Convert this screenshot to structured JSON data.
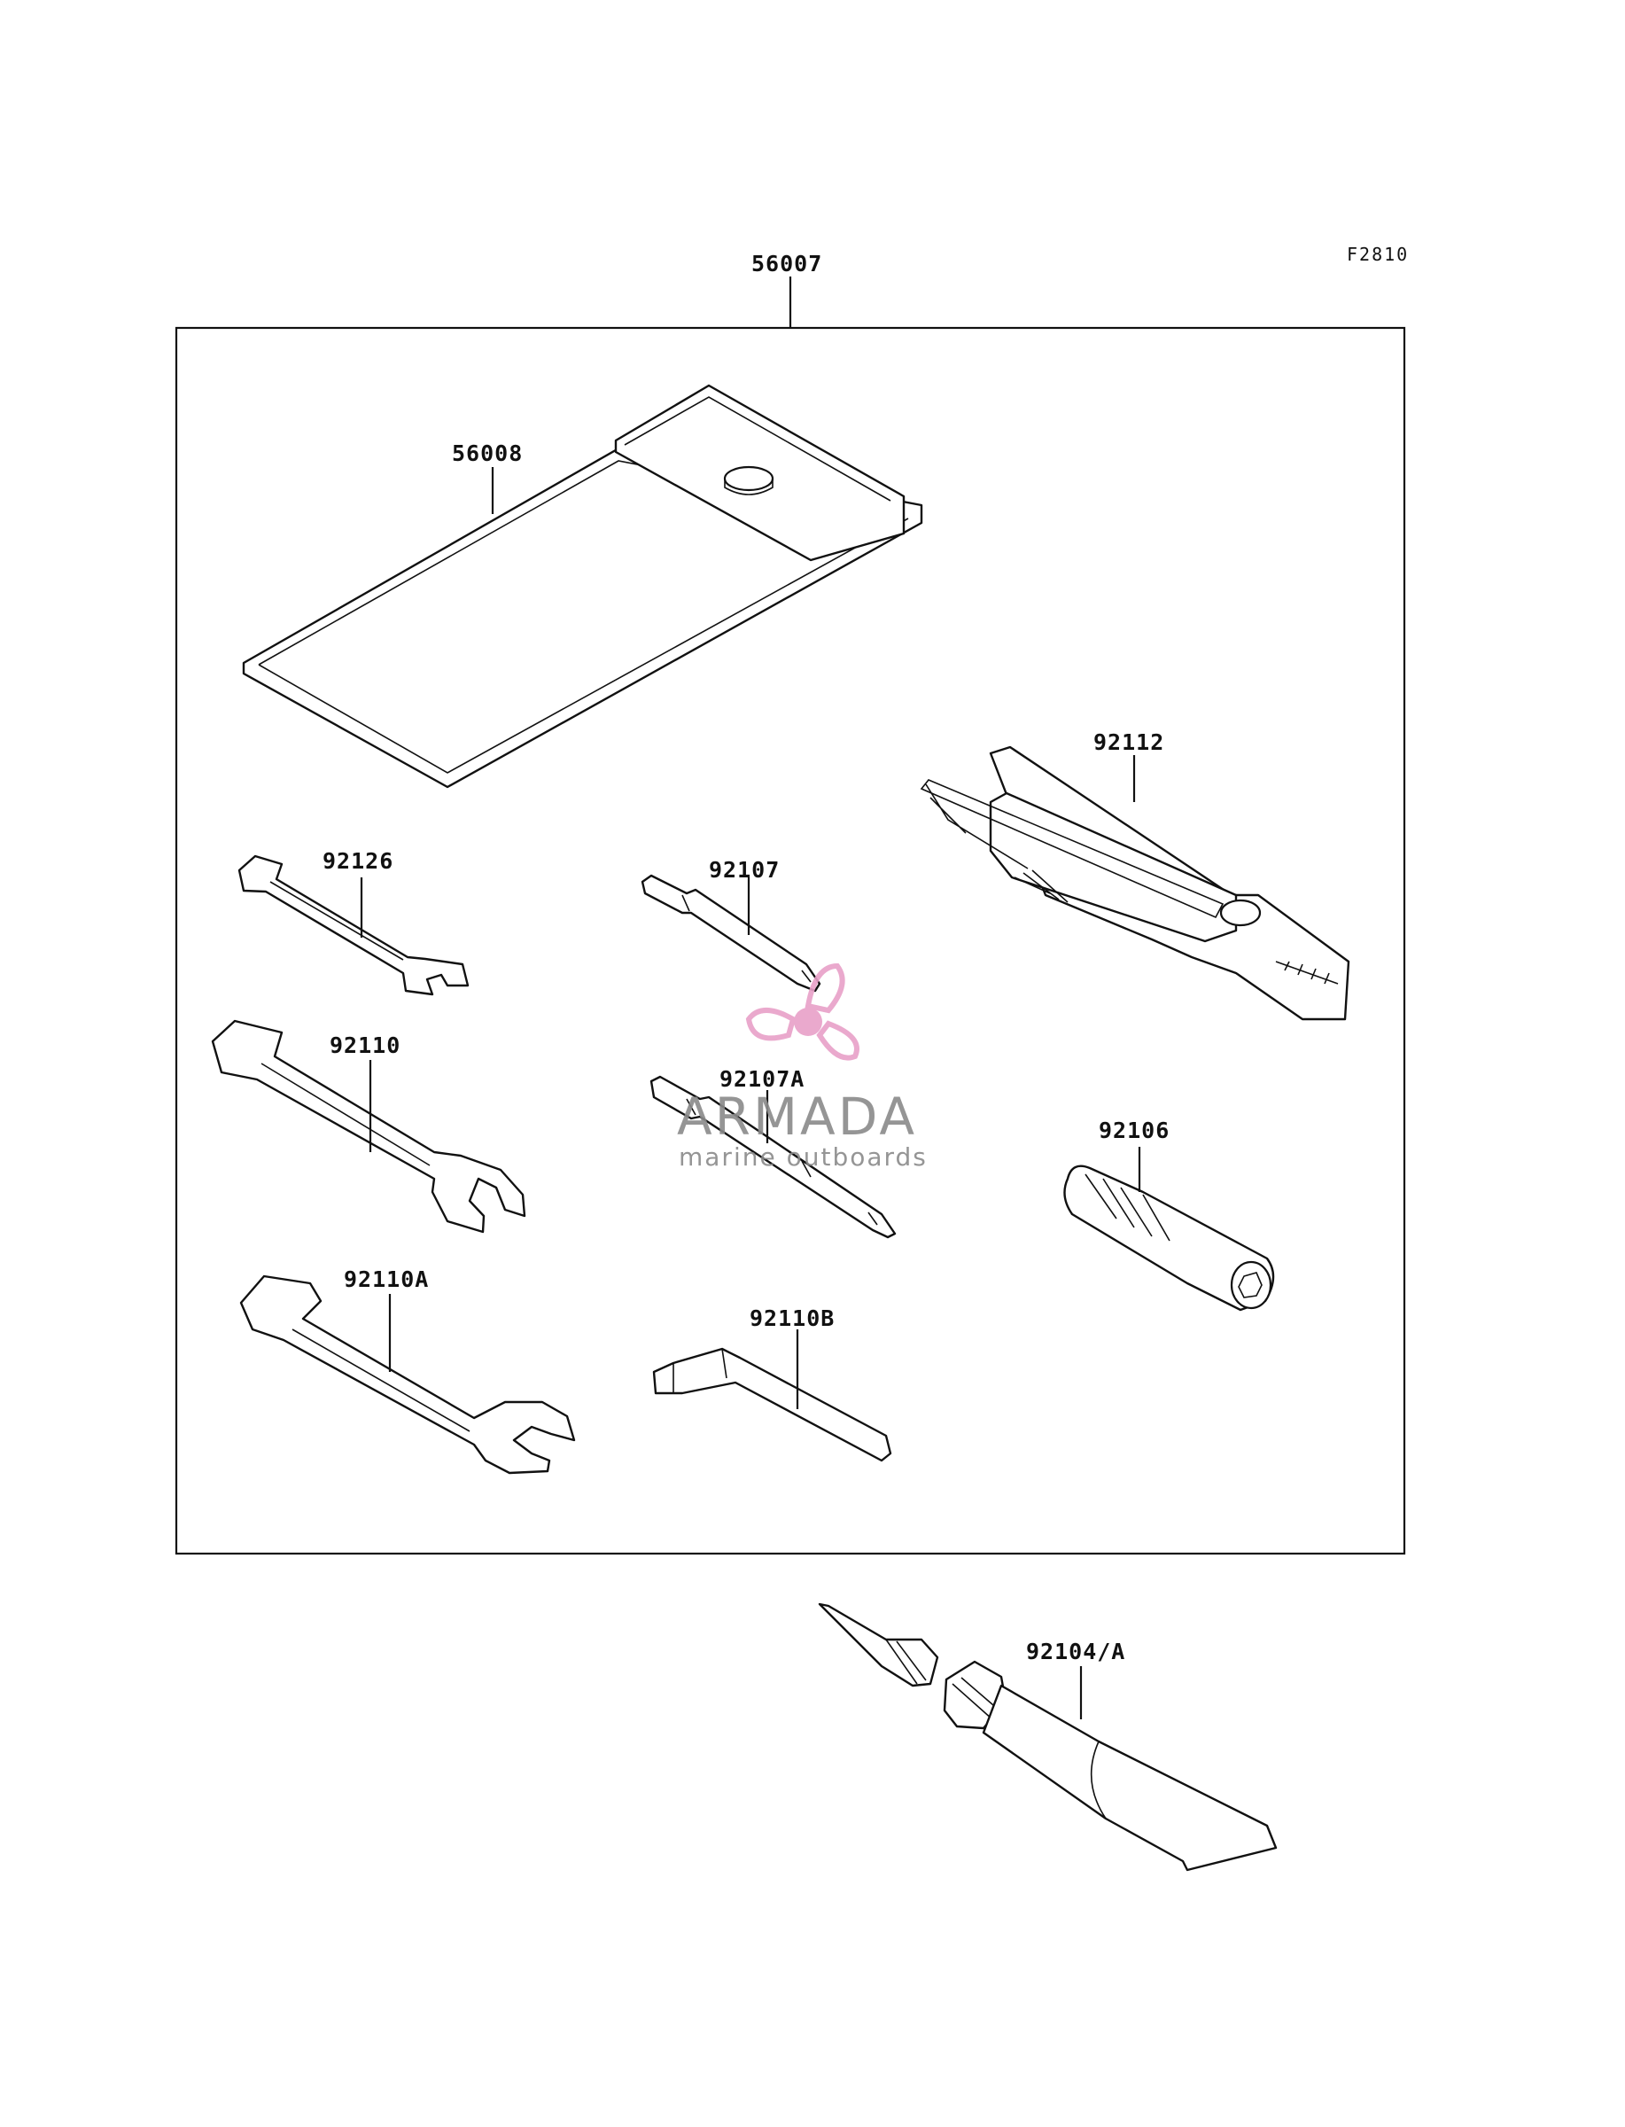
{
  "figure_code": "F2810",
  "parts": {
    "kit": "56007",
    "case": "56008",
    "pliers": "92112",
    "wrench_small": "92126",
    "screwdriver_handle": "92107",
    "wrench_medium": "92110",
    "screwdriver_bit": "92107A",
    "tool_92106": "92106",
    "wrench_large": "92110A",
    "hex_key": "92110B",
    "grease_tube": "92104/A"
  },
  "watermark": {
    "brand": "ARMADA",
    "tagline": "marine outboards",
    "accent_color": "#e8a0c8"
  }
}
